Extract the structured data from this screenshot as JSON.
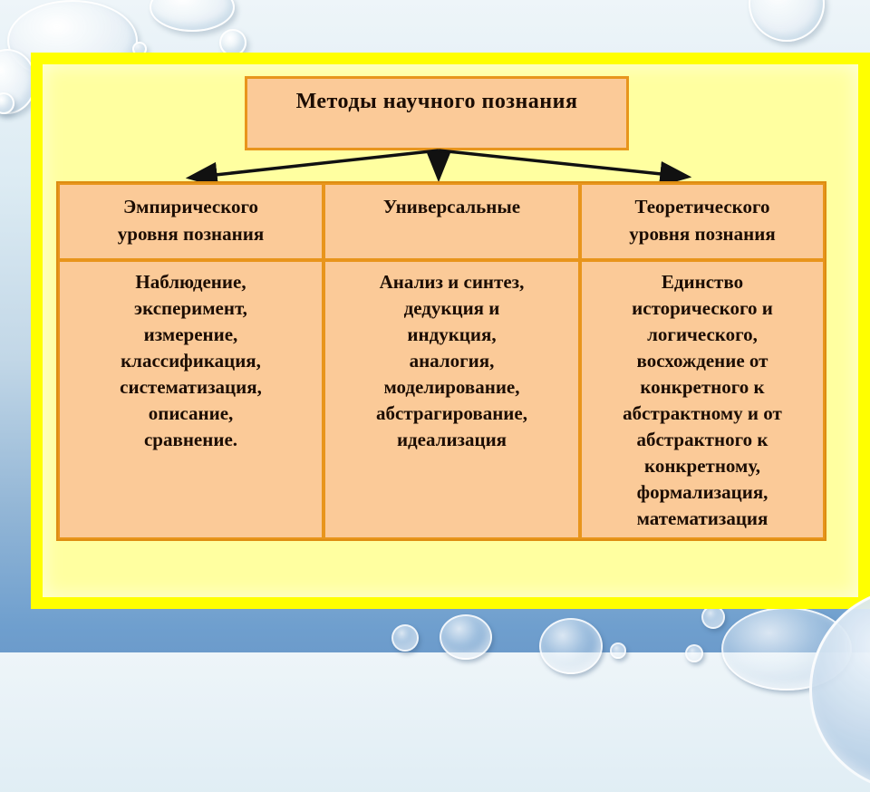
{
  "slide": {
    "title": "Методы научного познания",
    "columns": [
      {
        "header": "Эмпирического\nуровня познания",
        "body": "Наблюдение,\nэксперимент,\nизмерение,\nклассификация,\nсистематизация,\nописание,\nсравнение."
      },
      {
        "header": "Универсальные",
        "body": "Анализ и синтез,\nдедукция и\nиндукция,\nаналогия,\nмоделирование,\nабстрагирование,\nидеализация"
      },
      {
        "header": "Теоретического\nуровня познания",
        "body": "Единство\nисторического и\nлогического,\nвосхождение от\nконкретного к\nабстрактному и от\nабстрактного к\nконкретному,\nформализация,\nматематизация"
      }
    ],
    "colors": {
      "slide_border": "#ffff00",
      "slide_fill": "#ffffa0",
      "cell_fill": "#fbca98",
      "cell_border": "#e8951c",
      "arrow": "#111111",
      "text": "#1c0d03",
      "background_top": "#eef5f9",
      "background_bottom": "#6c9bcb"
    }
  }
}
